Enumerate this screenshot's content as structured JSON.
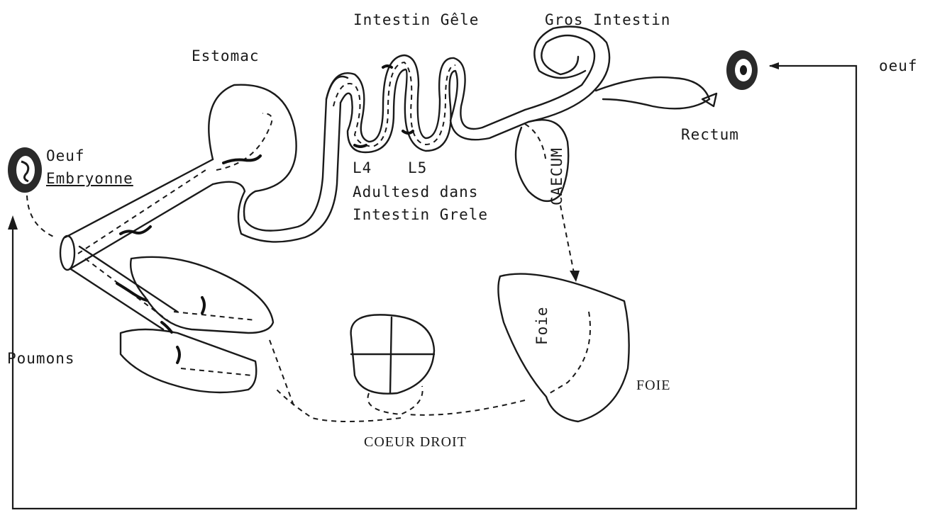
{
  "labels": {
    "intestin_grele_top": "Intestin Gêle",
    "gros_intestin": "Gros Intestin",
    "estomac": "Estomac",
    "oeuf_right": "oeuf",
    "rectum": "Rectum",
    "oeuf_left": "Oeuf",
    "embryonne": "Embryonne",
    "l4": "L4",
    "l5": "L5",
    "adultes_line1": "Adultesd dans",
    "adultes_line2": "Intestin Grele",
    "caecum": "CAECUM",
    "foie_inner": "Foie",
    "foie": "FOIE",
    "poumons": "Poumons",
    "coeur_droit": "COEUR DROIT"
  }
}
